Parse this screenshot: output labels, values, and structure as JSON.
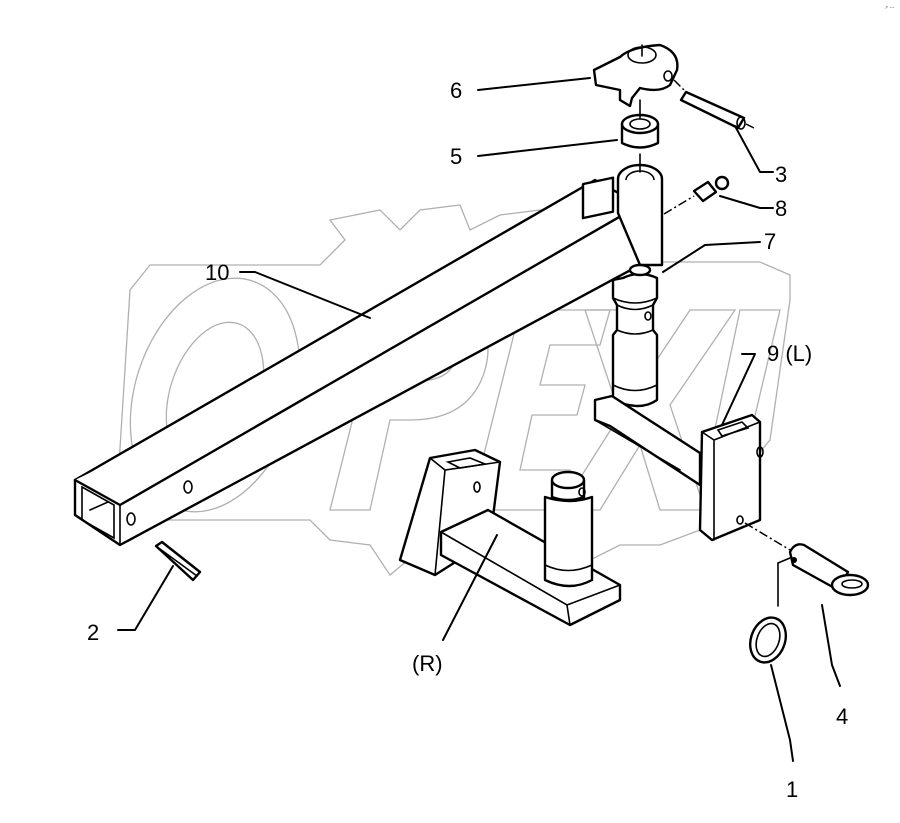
{
  "diagram": {
    "title": "Exploded parts diagram - swing arm assembly",
    "watermark": "OPEX",
    "corner_mark": "↗ ---",
    "callouts": [
      {
        "id": "1",
        "label": "1",
        "part": "retaining-clip"
      },
      {
        "id": "2",
        "label": "2",
        "part": "roll-pin"
      },
      {
        "id": "3",
        "label": "3",
        "part": "spring-pin"
      },
      {
        "id": "4",
        "label": "4",
        "part": "lynch-pin"
      },
      {
        "id": "5",
        "label": "5",
        "part": "bushing"
      },
      {
        "id": "6",
        "label": "6",
        "part": "clamp-lever"
      },
      {
        "id": "7",
        "label": "7",
        "part": "pivot-shaft"
      },
      {
        "id": "8",
        "label": "8",
        "part": "grease-nipple"
      },
      {
        "id": "9",
        "label": "9 (L)",
        "part": "bracket-left"
      },
      {
        "id": "10",
        "label": "10",
        "part": "arm-tube"
      },
      {
        "id": "R",
        "label": "(R)",
        "part": "bracket-right"
      }
    ]
  }
}
